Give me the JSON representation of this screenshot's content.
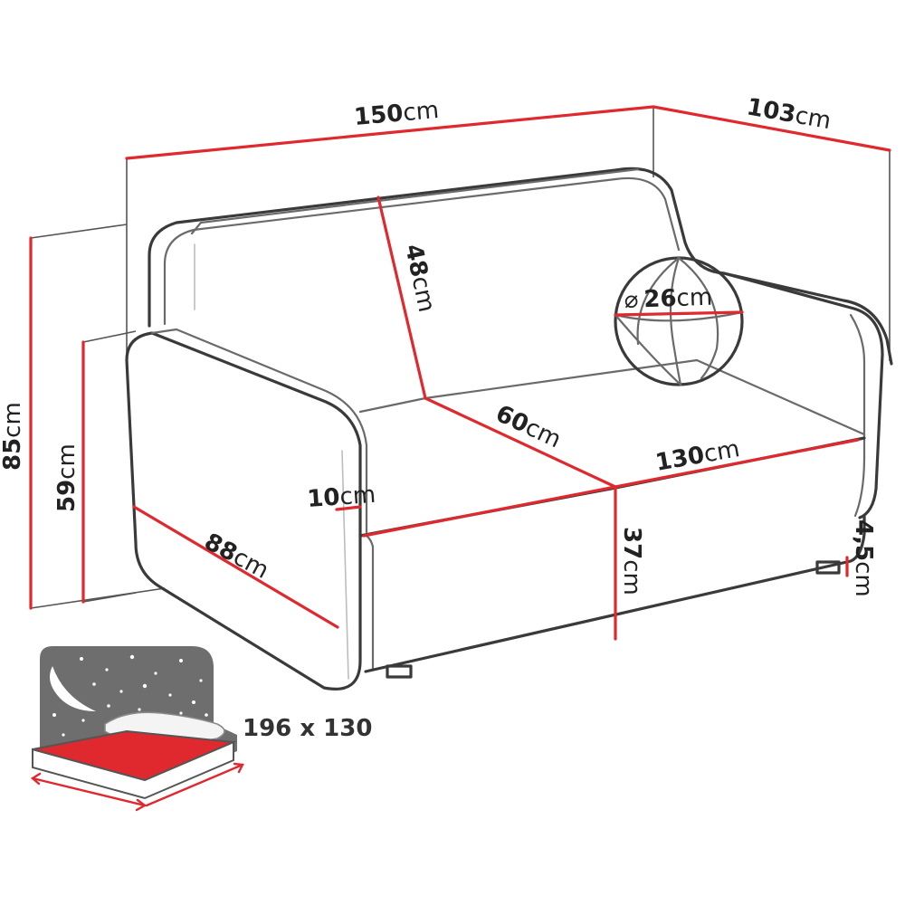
{
  "colors": {
    "dimension_line": "#e0292e",
    "outline": "#3a3a3a",
    "night_panel": "#6e6e6e",
    "mattress_top": "#e0292e"
  },
  "icons": {
    "pillow": "round-cushion-icon",
    "bed_mode": "sleeping-function-icon"
  },
  "dimensions": {
    "total_width": {
      "value": "150",
      "unit": "cm"
    },
    "total_depth": {
      "value": "103",
      "unit": "cm"
    },
    "total_height": {
      "value": "85",
      "unit": "cm"
    },
    "armrest_height": {
      "value": "59",
      "unit": "cm"
    },
    "backrest_height": {
      "value": "48",
      "unit": "cm"
    },
    "pillow_diameter": {
      "symbol": "⌀",
      "value": "26",
      "unit": "cm"
    },
    "seat_depth": {
      "value": "60",
      "unit": "cm"
    },
    "seat_width": {
      "value": "130",
      "unit": "cm"
    },
    "armrest_width": {
      "value": "10",
      "unit": "cm"
    },
    "armrest_depth": {
      "value": "88",
      "unit": "cm"
    },
    "seat_height": {
      "value": "37",
      "unit": "cm"
    },
    "leg_height": {
      "value": "4,5",
      "unit": "cm"
    }
  },
  "sleeping_area": {
    "label": "196 x 130"
  }
}
